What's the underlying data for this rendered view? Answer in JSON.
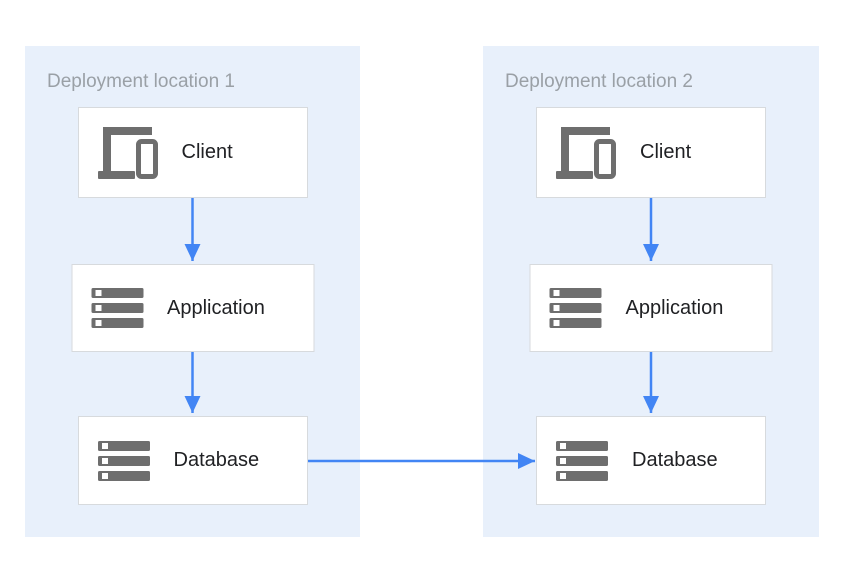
{
  "diagram": {
    "panels": [
      {
        "title": "Deployment location 1",
        "nodes": [
          {
            "label": "Client",
            "icon": "devices-icon"
          },
          {
            "label": "Application",
            "icon": "server-stack-icon"
          },
          {
            "label": "Database",
            "icon": "server-stack-icon"
          }
        ]
      },
      {
        "title": "Deployment location 2",
        "nodes": [
          {
            "label": "Client",
            "icon": "devices-icon"
          },
          {
            "label": "Application",
            "icon": "server-stack-icon"
          },
          {
            "label": "Database",
            "icon": "server-stack-icon"
          }
        ]
      }
    ],
    "connections": [
      {
        "from": "location-1-client",
        "to": "location-1-application",
        "direction": "down"
      },
      {
        "from": "location-1-application",
        "to": "location-1-database",
        "direction": "down"
      },
      {
        "from": "location-2-client",
        "to": "location-2-application",
        "direction": "down"
      },
      {
        "from": "location-2-application",
        "to": "location-2-database",
        "direction": "down"
      },
      {
        "from": "location-1-database",
        "to": "location-2-database",
        "direction": "right"
      }
    ],
    "colors": {
      "panel_bg": "#E8F0FB",
      "arrow": "#4285F4",
      "icon": "#6E6E6E",
      "title_text": "#9AA0A6",
      "node_border": "#D7DADD",
      "label_text": "#202124"
    }
  }
}
